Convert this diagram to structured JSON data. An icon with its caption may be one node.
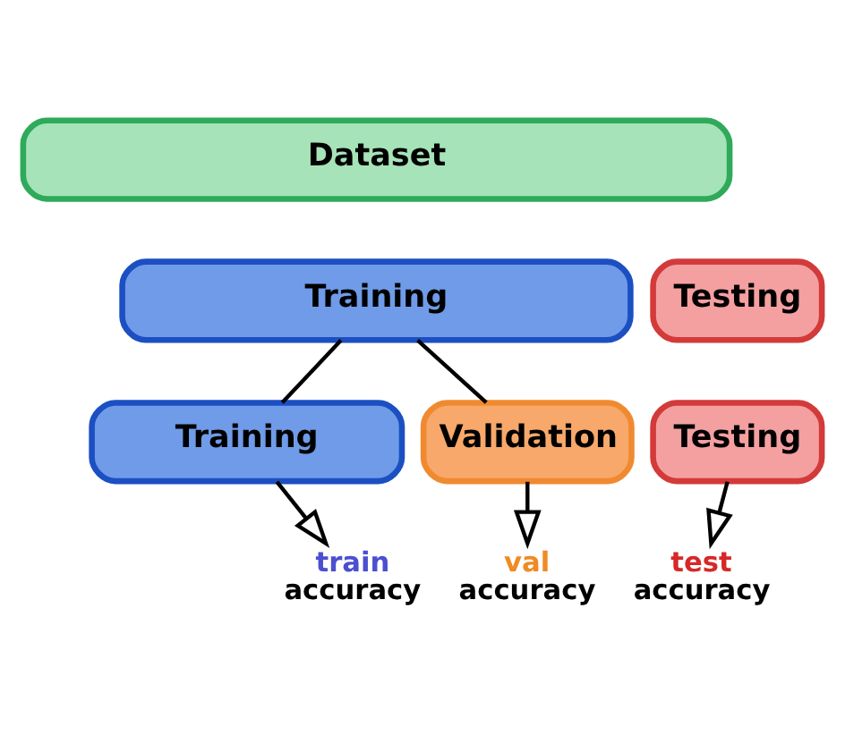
{
  "diagram": {
    "nodes": [
      {
        "text": [
          "Dataset"
        ]
      },
      {
        "text": [
          "Training"
        ]
      },
      {
        "text": [
          "Testing"
        ]
      },
      {
        "text": [
          "Training"
        ]
      },
      {
        "text": [
          "Validation"
        ]
      },
      {
        "text": [
          "Testing"
        ]
      },
      {
        "text": [
          "train",
          "accuracy"
        ]
      },
      {
        "text": [
          "val",
          "accuracy"
        ]
      },
      {
        "text": [
          "test",
          "accuracy"
        ]
      }
    ],
    "edges": [
      {
        "from": 1,
        "to": 3,
        "arrow": "none"
      },
      {
        "from": 1,
        "to": 4,
        "arrow": "none"
      },
      {
        "from": 3,
        "to": 6,
        "arrow": "to"
      },
      {
        "from": 4,
        "to": 7,
        "arrow": "to"
      },
      {
        "from": 5,
        "to": 8,
        "arrow": "to"
      }
    ]
  }
}
